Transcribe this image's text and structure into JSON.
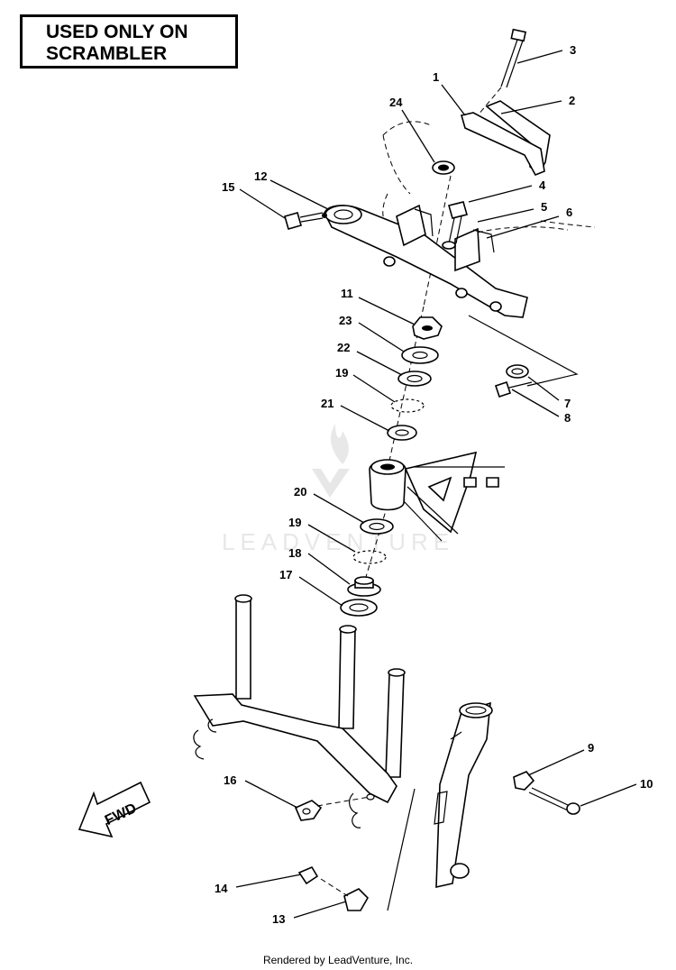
{
  "banner": {
    "line1": "USED ONLY ON",
    "line2": "SCRAMBLER"
  },
  "callouts": [
    "1",
    "2",
    "3",
    "4",
    "5",
    "6",
    "7",
    "8",
    "9",
    "10",
    "11",
    "12",
    "13",
    "14",
    "15",
    "16",
    "17",
    "18",
    "19",
    "19",
    "20",
    "21",
    "22",
    "23",
    "24"
  ],
  "direction_label": "FWD",
  "watermark": "LEADVENTURE",
  "footer": "Rendered by LeadVenture, Inc."
}
